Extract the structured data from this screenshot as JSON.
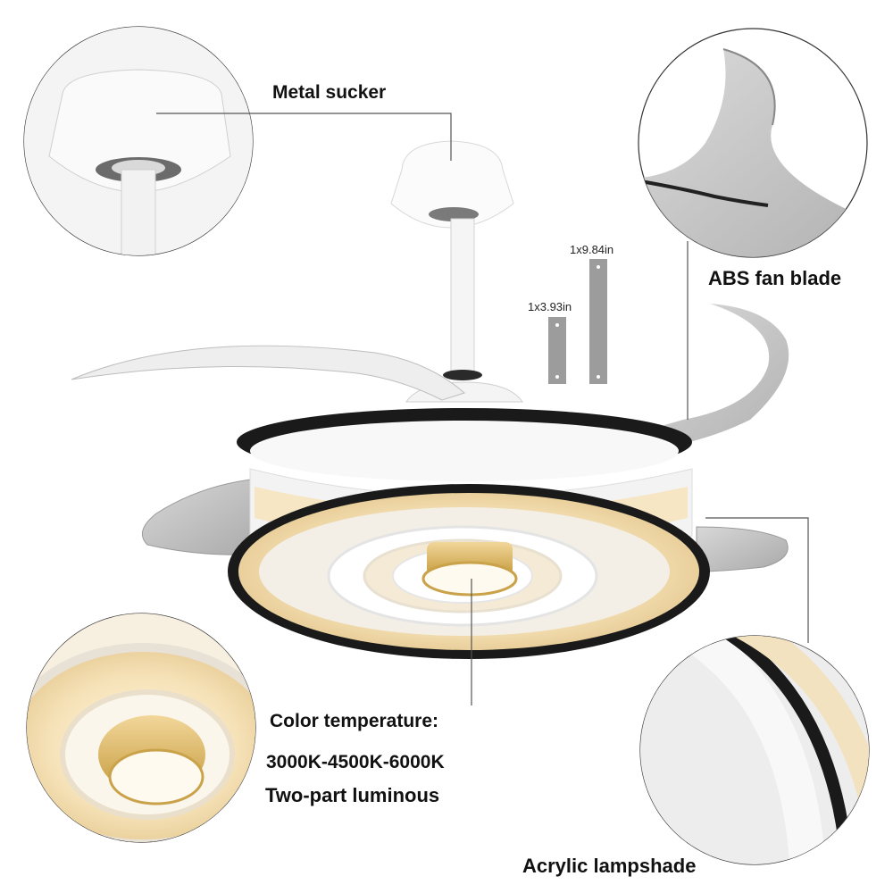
{
  "callouts": {
    "metal_sucker": "Metal sucker",
    "abs_fan_blade": "ABS fan blade",
    "color_temperature_title": "Color temperature:",
    "color_temperature_values": "3000K-4500K-6000K",
    "two_part_luminous": "Two-part luminous",
    "acrylic_lampshade": "Acrylic lampshade"
  },
  "extension_rods": {
    "short_rod": "1x3.93in",
    "long_rod": "1x9.84in"
  },
  "colors": {
    "background": "#ffffff",
    "ring_black": "#1a1a1a",
    "warm_glow": "#f3d9a6",
    "brass": "#c9a24a",
    "blade_gray": "#bdbdbd",
    "leader_line": "#555555"
  },
  "icons": {
    "fan": "ceiling-fan-illustration",
    "mount": "ceiling-mount-detail",
    "blade": "fan-blade-detail",
    "light": "led-light-detail",
    "shade": "lampshade-detail"
  }
}
